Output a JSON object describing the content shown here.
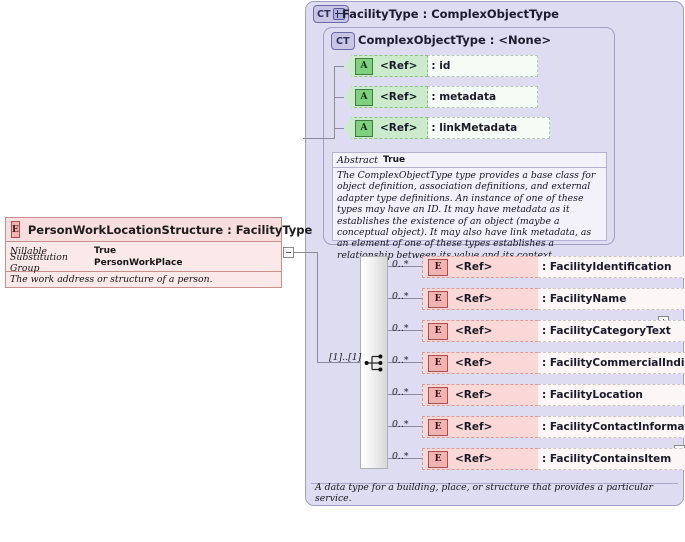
{
  "outer_panel": {
    "badge": "CT",
    "badge_expander": "plus",
    "title": "FacilityType : ComplexObjectType",
    "caption": "A data type for a building, place, or structure that provides a particular service."
  },
  "inner_panel": {
    "badge": "CT",
    "title": "ComplexObjectType : <None>",
    "attributes": [
      {
        "badge": "A",
        "ref": "<Ref>",
        "name": ": id"
      },
      {
        "badge": "A",
        "ref": "<Ref>",
        "name": ": metadata"
      },
      {
        "badge": "A",
        "ref": "<Ref>",
        "name": ": linkMetadata"
      }
    ],
    "abstract": {
      "key": "Abstract",
      "value": "True"
    },
    "documentation": "The ComplexObjectType type provides a base class for object definition, association definitions, and external adapter type definitions. An instance of one of these types may have an ID. It may have metadata as it establishes the existence of an object (maybe a conceptual object). It may also have link metadata, as an element of one of these types establishes a relationship between its value and its context."
  },
  "left_element": {
    "badge": "E",
    "title": "PersonWorkLocationStructure : FacilityType",
    "properties": [
      {
        "key": "Nillable",
        "value": "True"
      },
      {
        "key": "Substitution Group",
        "value": "PersonWorkPlace"
      }
    ],
    "documentation": "The work address or structure of a person.",
    "collapse_icon": "minus"
  },
  "sequence": {
    "icon": "sequence-icon",
    "cardinality": "[1]..[1]"
  },
  "child_elements": [
    {
      "cardinality": "0..*",
      "badge": "E",
      "ref": "<Ref>",
      "name": ": FacilityIdentification",
      "pink_w": 104,
      "white_w": 200,
      "expander": "plus"
    },
    {
      "cardinality": "0..*",
      "badge": "E",
      "ref": "<Ref>",
      "name": ": FacilityName",
      "pink_w": 104,
      "white_w": 146,
      "expander": "plus"
    },
    {
      "cardinality": "0..*",
      "badge": "E",
      "ref": "<Ref>",
      "name": ": FacilityCategoryText",
      "pink_w": 104,
      "white_w": 193,
      "expander": "plus"
    },
    {
      "cardinality": "0..*",
      "badge": "E",
      "ref": "<Ref>",
      "name": ": FacilityCommercialIndicator",
      "pink_w": 104,
      "white_w": 233,
      "expander": "plus"
    },
    {
      "cardinality": "0..*",
      "badge": "E",
      "ref": "<Ref>",
      "name": ": FacilityLocation",
      "pink_w": 104,
      "white_w": 162,
      "expander": "plus"
    },
    {
      "cardinality": "0..*",
      "badge": "E",
      "ref": "<Ref>",
      "name": ": FacilityContactInformation",
      "pink_w": 104,
      "white_w": 229,
      "expander": "plus"
    },
    {
      "cardinality": "0..*",
      "badge": "E",
      "ref": "<Ref>",
      "name": ": FacilityContainsItem",
      "pink_w": 104,
      "white_w": 190,
      "expander": "plus"
    }
  ],
  "colors": {
    "panel_fill": "#dedcf0",
    "panel_border": "#9f9fc4",
    "attribute_fill": "#ccebcc",
    "element_fill": "#fbd8d8",
    "element_border": "#c98f8f"
  }
}
